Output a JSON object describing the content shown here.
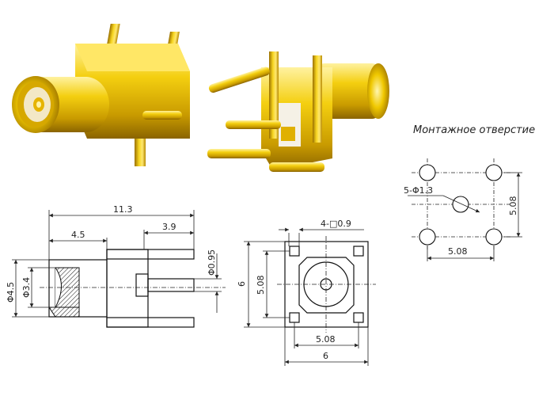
{
  "mounting": {
    "title": "Монтажное отверстие",
    "holes_label": "5-Φ1.3",
    "pitch_h": "5.08",
    "pitch_v": "5.08"
  },
  "side_view": {
    "total_length": "11.3",
    "body_length": "4.5",
    "pin_length": "3.9",
    "pin_diameter": "Φ0.95",
    "outer_diameter": "Φ4.5",
    "inner_diameter": "Φ3.4"
  },
  "front_view": {
    "pin_size": "4-□0.9",
    "width_h": "6",
    "pitch_h": "5.08",
    "height_v": "6",
    "pitch_v": "5.08"
  },
  "colors": {
    "gold": "#e8c000",
    "gold_light": "#ffe55a",
    "gold_dark": "#a07800",
    "line": "#111111"
  }
}
